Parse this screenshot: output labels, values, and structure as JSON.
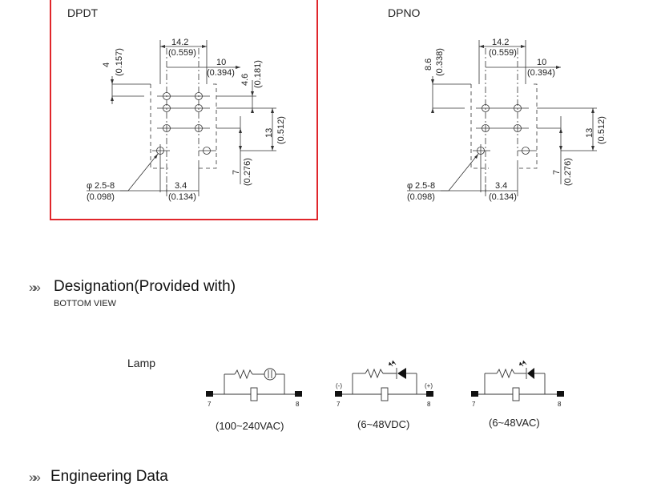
{
  "footprints": {
    "dpdt": {
      "title": "DPDT",
      "top_dim": "14.2",
      "top_dim_in": "(0.559)",
      "right_dim": "10",
      "right_dim_in": "(0.394)",
      "left_dim": "4",
      "left_dim_in": "(0.157)",
      "small_dim": "4.6",
      "small_dim_in": "(0.181)",
      "tall_dim": "13",
      "tall_dim_in": "(0.512)",
      "bottom_dim": "7",
      "bottom_dim_in": "(0.276)",
      "hole_dim": "2.5-8",
      "hole_dim_in": "(0.098)",
      "pitch_dim": "3.4",
      "pitch_dim_in": "(0.134)",
      "phi": "φ",
      "highlighted": true,
      "highlight_color": "#e0262b"
    },
    "dpno": {
      "title": "DPNO",
      "top_dim": "14.2",
      "top_dim_in": "(0.559)",
      "right_dim": "10",
      "right_dim_in": "(0.394)",
      "left_dim": "8.6",
      "left_dim_in": "(0.338)",
      "tall_dim": "13",
      "tall_dim_in": "(0.512)",
      "bottom_dim": "7",
      "bottom_dim_in": "(0.276)",
      "hole_dim": "2.5-8",
      "hole_dim_in": "(0.098)",
      "pitch_dim": "3.4",
      "pitch_dim_in": "(0.134)",
      "phi": "φ"
    }
  },
  "designation": {
    "title": "Designation(Provided with)",
    "subtitle": "BOTTOM VIEW",
    "chevron": "»»",
    "lamp_label": "Lamp",
    "circuits": [
      {
        "caption": "(100~240VAC)",
        "pin_left": "7",
        "pin_right": "8",
        "polarity_left": "",
        "polarity_right": ""
      },
      {
        "caption": "(6~48VDC)",
        "pin_left": "7",
        "pin_right": "8",
        "polarity_left": "(-)",
        "polarity_right": "(+)"
      },
      {
        "caption": "(6~48VAC)",
        "pin_left": "7",
        "pin_right": "8",
        "polarity_left": "",
        "polarity_right": ""
      }
    ]
  },
  "engineering": {
    "title": "Engineering Data",
    "chevron": "»»"
  }
}
